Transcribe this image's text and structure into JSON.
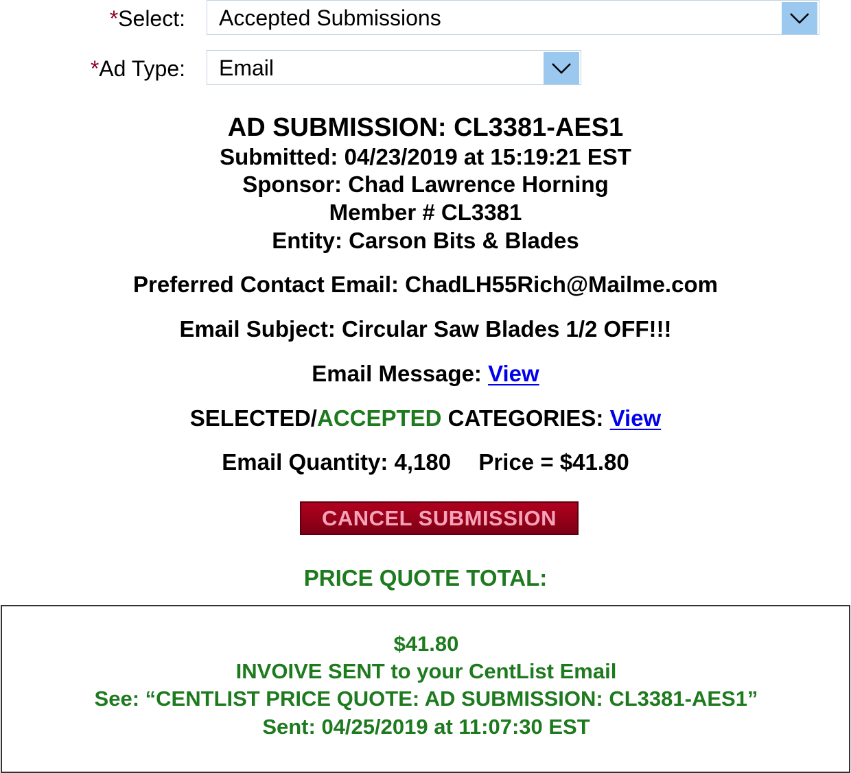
{
  "form": {
    "select": {
      "required_mark": "*",
      "label": "Select:",
      "value": "Accepted Submissions",
      "arrow_icon": "chevron-down-icon"
    },
    "ad_type": {
      "required_mark": "*",
      "label": "Ad Type:",
      "value": "Email",
      "arrow_icon": "chevron-down-icon"
    }
  },
  "submission": {
    "title": "AD SUBMISSION: CL3381-AES1",
    "submitted": "Submitted: 04/23/2019 at 15:19:21 EST",
    "sponsor": "Sponsor: Chad Lawrence Horning",
    "member": "Member # CL3381",
    "entity": "Entity: Carson Bits & Blades",
    "contact_email": "Preferred Contact Email: ChadLH55Rich@Mailme.com",
    "email_subject": "Email Subject: Circular Saw Blades 1/2 OFF!!!",
    "email_message_label": "Email Message:",
    "email_message_link": "View",
    "categories_prefix": "SELECTED/",
    "categories_accepted": "ACCEPTED",
    "categories_suffix": " CATEGORIES:",
    "categories_link": "View",
    "quantity": "Email Quantity: 4,180",
    "price": "Price = $41.80"
  },
  "actions": {
    "cancel_label": "CANCEL SUBMISSION"
  },
  "quote": {
    "heading": "PRICE QUOTE TOTAL:",
    "amount": "$41.80",
    "invoice_note": "INVOIVE SENT to your CentList Email",
    "see_note": "See: “CENTLIST PRICE QUOTE: AD SUBMISSION: CL3381-AES1”",
    "sent": "Sent: 04/25/2019 at 11:07:30 EST"
  },
  "colors": {
    "required": "#8b0024",
    "accent_green": "#1e7a1e",
    "link": "#0000ee",
    "cancel_bg": "#9a001b",
    "cancel_text": "#f5a3b8",
    "arrow_bg": "#9bc8ef"
  }
}
